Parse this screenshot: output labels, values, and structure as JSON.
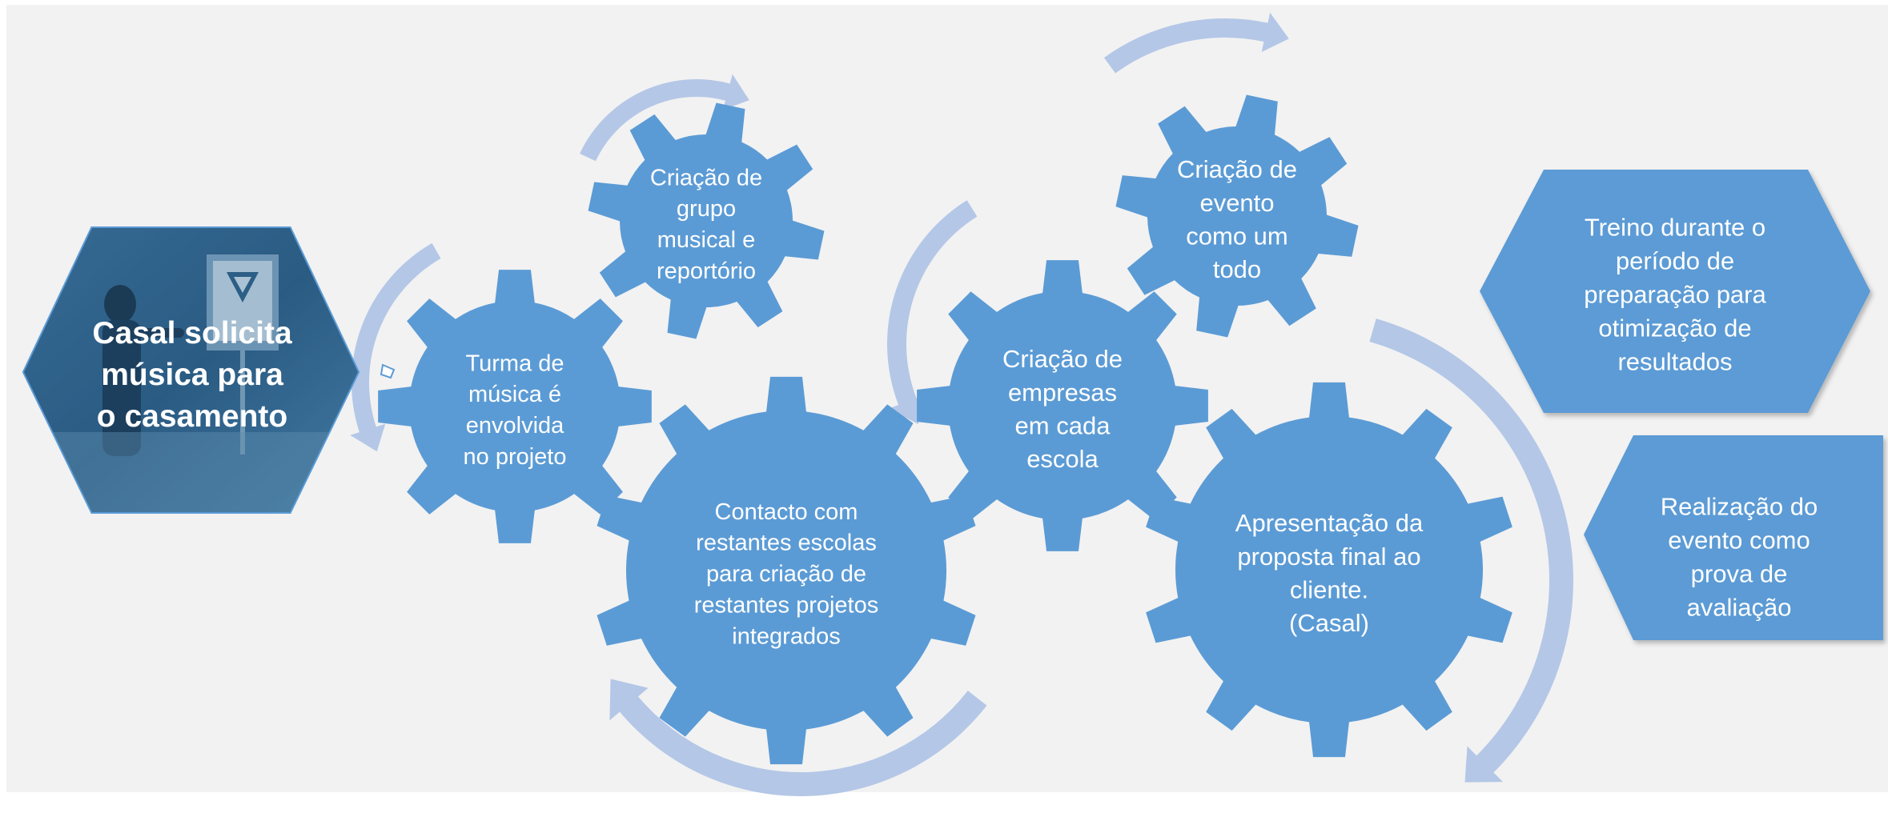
{
  "colors": {
    "background": "#f2f2f2",
    "gear": "#5b9bd5",
    "arrow": "#b4c7e7",
    "text": "#ffffff",
    "photo_dark": "#1f4a6e"
  },
  "start": {
    "lines": [
      "Casal solicita",
      "música para",
      "o casamento"
    ]
  },
  "gears": [
    {
      "id": "turma",
      "lines": [
        "Turma de",
        "música é",
        "envolvida",
        "no projeto"
      ]
    },
    {
      "id": "grupo",
      "lines": [
        "Criação de",
        "grupo",
        "musical e",
        "reportório"
      ]
    },
    {
      "id": "contacto",
      "lines": [
        "Contacto com",
        "restantes escolas",
        "para criação de",
        "restantes projetos",
        "integrados"
      ]
    },
    {
      "id": "empresas",
      "lines": [
        "Criação de",
        "empresas",
        "em cada",
        "escola"
      ]
    },
    {
      "id": "evento",
      "lines": [
        "Criação de",
        "evento",
        "como um",
        "todo"
      ]
    },
    {
      "id": "apresentacao",
      "lines": [
        "Apresentação da",
        "proposta final ao",
        "cliente.",
        "(Casal)"
      ]
    }
  ],
  "hexagons": [
    {
      "id": "treino",
      "lines": [
        "Treino durante o",
        "período de",
        "preparação para",
        "otimização de",
        "resultados"
      ]
    },
    {
      "id": "realizacao",
      "lines": [
        "Realização do",
        "evento como",
        "prova de",
        "avaliação"
      ]
    }
  ]
}
